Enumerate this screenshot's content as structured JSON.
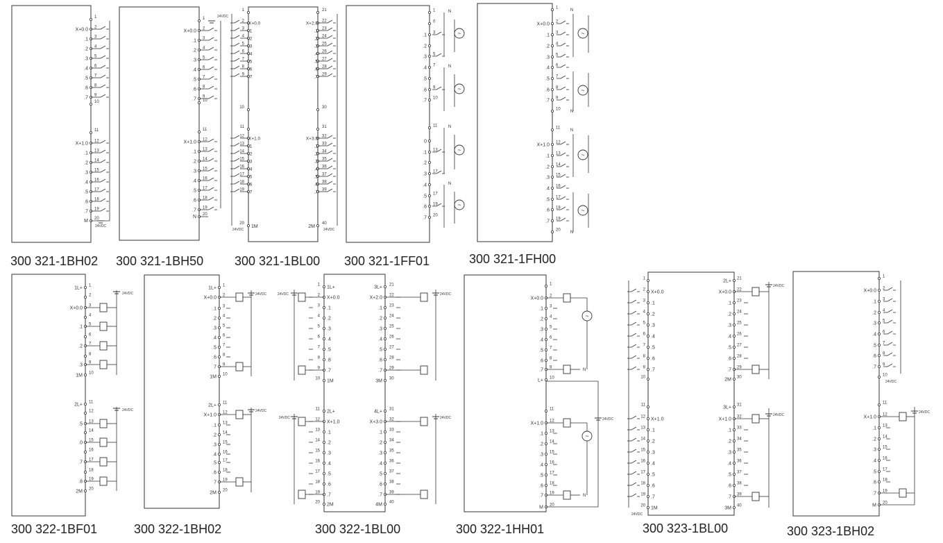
{
  "modules": [
    {
      "id": "300 321-1BH02",
      "kind": "di"
    },
    {
      "id": "300 321-1BH50",
      "kind": "di"
    },
    {
      "id": "300 321-1BL00",
      "kind": "di32"
    },
    {
      "id": "300 321-1FF01",
      "kind": "ac8"
    },
    {
      "id": "300 321-1FH00",
      "kind": "ac16"
    },
    {
      "id": "300 322-1BF01",
      "kind": "do8"
    },
    {
      "id": "300 322-1BH02",
      "kind": "do16"
    },
    {
      "id": "300 322-1BL00",
      "kind": "do32"
    },
    {
      "id": "300 322-1HH01",
      "kind": "relay"
    },
    {
      "id": "300 323-1BL00",
      "kind": "dio32"
    },
    {
      "id": "300 323-1BH02",
      "kind": "dio16"
    }
  ],
  "labels": {
    "x0": "X+0.0",
    "x1": "X+1.0",
    "x2": "X+2.0",
    "x3": "X+3.0",
    "sub": [
      ".1",
      ".2",
      ".3",
      ".4",
      ".5",
      ".6",
      ".7"
    ],
    "m": "M",
    "n": "N",
    "one_m": "1M",
    "two_m": "2M",
    "three_m": "3M",
    "four_m": "4M",
    "l1": "1L+",
    "l2": "2L+",
    "l3": "3L+",
    "l4": "4L+",
    "lplus": "L+",
    "dc24": "24VDC",
    "ac": "~"
  }
}
